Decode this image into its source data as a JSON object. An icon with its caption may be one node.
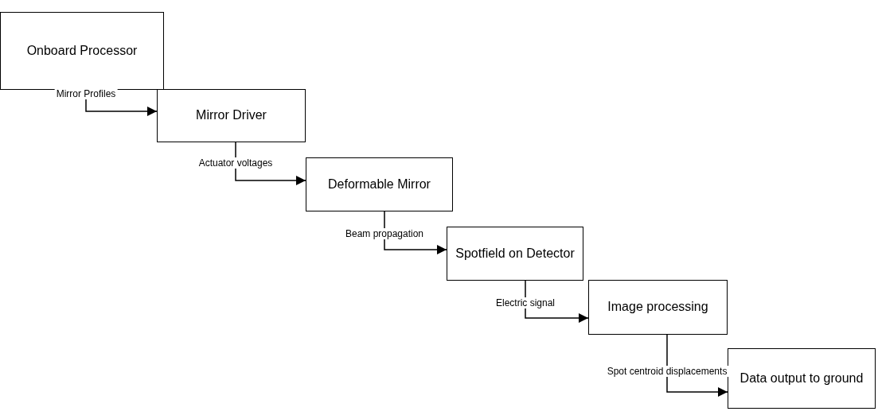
{
  "diagram": {
    "nodes": [
      {
        "text": [
          "Onboard Processor"
        ]
      },
      {
        "text": [
          "Mirror Driver"
        ]
      },
      {
        "text": [
          "Deformable Mirror"
        ]
      },
      {
        "text": [
          "Spotfield on Detector"
        ]
      },
      {
        "text": [
          "Image processing"
        ]
      },
      {
        "text": [
          "Data output to ground"
        ]
      }
    ],
    "edges": [
      {
        "from": 0,
        "to": 1,
        "arrow": "to",
        "label": "Mirror Profiles"
      },
      {
        "from": 1,
        "to": 2,
        "arrow": "to",
        "label": "Actuator voltages"
      },
      {
        "from": 2,
        "to": 3,
        "arrow": "to",
        "label": "Beam propagation"
      },
      {
        "from": 3,
        "to": 4,
        "arrow": "to",
        "label": "Electric signal"
      },
      {
        "from": 4,
        "to": 5,
        "arrow": "to",
        "label": "Spot centroid displacements"
      }
    ]
  }
}
